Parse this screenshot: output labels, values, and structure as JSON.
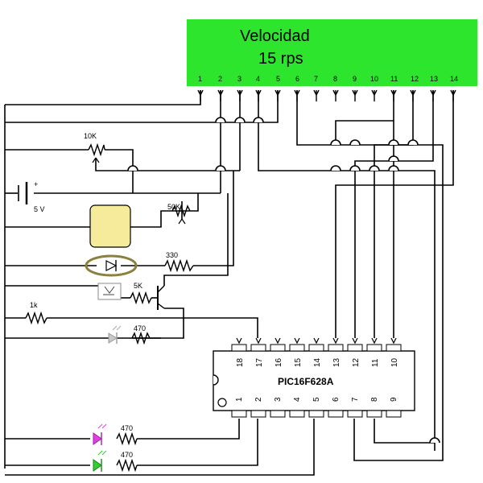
{
  "lcd": {
    "line1": "Velocidad",
    "line2": "15 rps",
    "pins": [
      "1",
      "2",
      "3",
      "4",
      "5",
      "6",
      "7",
      "8",
      "9",
      "10",
      "11",
      "12",
      "13",
      "14"
    ],
    "color": "#2ee52e"
  },
  "chip": {
    "name": "PIC16F628A",
    "top_pins": [
      "18",
      "17",
      "16",
      "15",
      "14",
      "13",
      "12",
      "11",
      "10"
    ],
    "bottom_pins": [
      "1",
      "2",
      "3",
      "4",
      "5",
      "6",
      "7",
      "8",
      "9"
    ]
  },
  "labels": {
    "pot_contrast": "10K",
    "battery": "5 V",
    "pot_sensor": "50K",
    "r330": "330",
    "r5k": "5K",
    "r1k": "1k",
    "r470_a": "470",
    "r470_b": "470",
    "r470_c": "470"
  },
  "colors": {
    "sensor_body": "#f5eb9a",
    "ring": "#8a8040",
    "led_magenta": "#e040e0",
    "led_green": "#30d030",
    "led_gray": "#c8c8c8"
  }
}
